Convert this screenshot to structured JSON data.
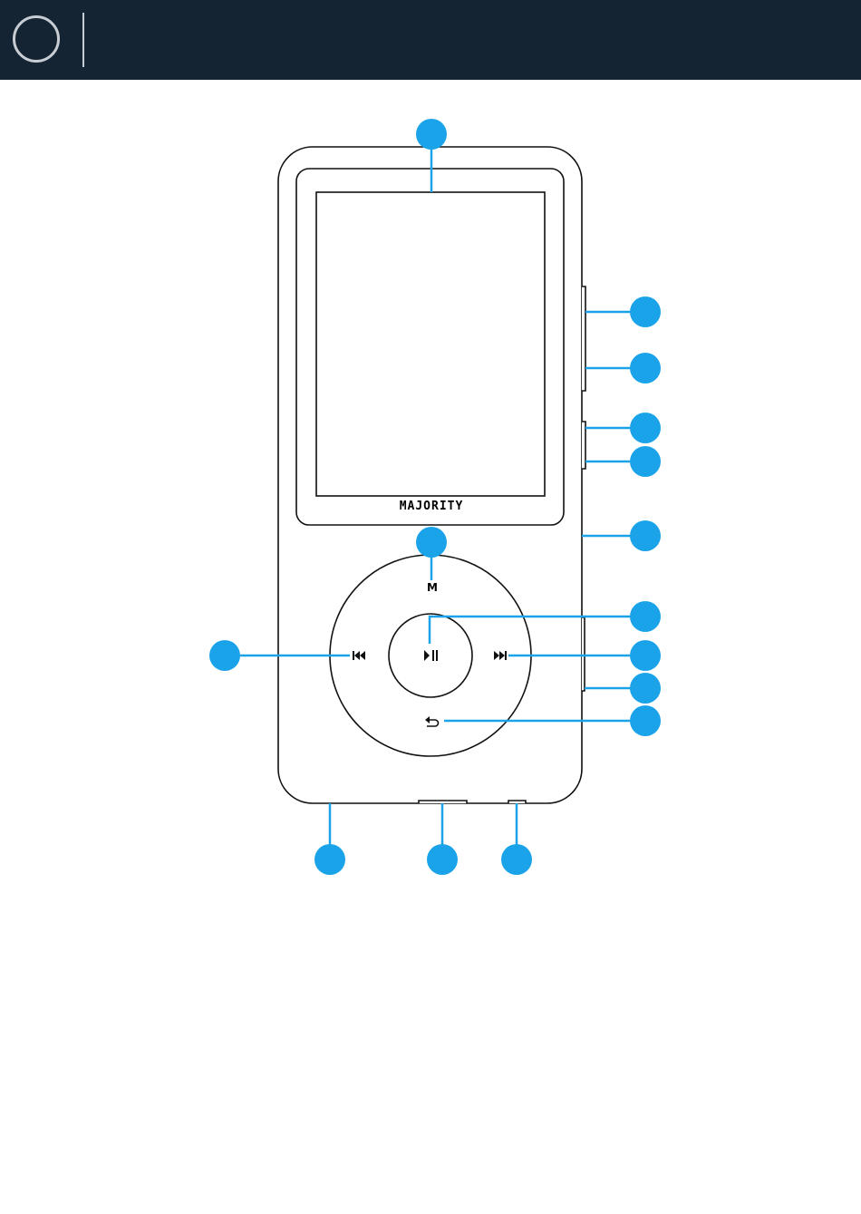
{
  "device": {
    "brand": "MAJORITY",
    "menu_button": "M",
    "play_pause_icon": "play-pause-icon",
    "previous_icon": "skip-previous-icon",
    "next_icon": "skip-next-icon",
    "back_icon": "return-arrow-icon"
  },
  "colors": {
    "header_bg": "#152433",
    "callout": "#1aa3e8",
    "outline": "#111111"
  },
  "callouts": [
    {
      "id": "screen"
    },
    {
      "id": "side-button-upper-top"
    },
    {
      "id": "side-button-upper-bottom"
    },
    {
      "id": "side-button-lower-top"
    },
    {
      "id": "side-button-lower-bottom"
    },
    {
      "id": "side-edge-port"
    },
    {
      "id": "menu-button"
    },
    {
      "id": "play-pause-button"
    },
    {
      "id": "next-button"
    },
    {
      "id": "side-slider"
    },
    {
      "id": "back-button"
    },
    {
      "id": "previous-button"
    },
    {
      "id": "bottom-left-port"
    },
    {
      "id": "bottom-center-port"
    },
    {
      "id": "bottom-right-port"
    }
  ]
}
